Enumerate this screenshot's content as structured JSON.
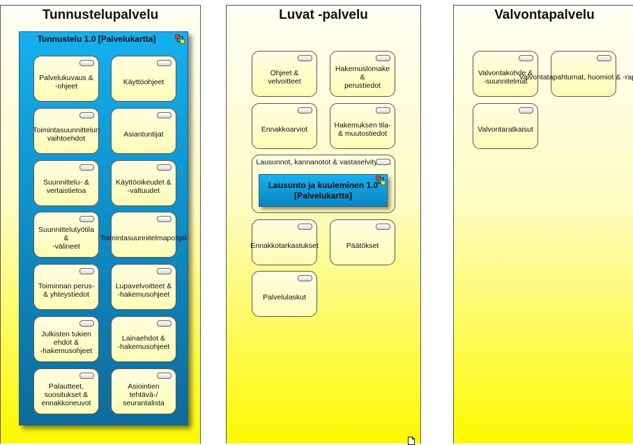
{
  "panels": [
    {
      "title": "Tunnustelupalvelu",
      "map_title": "Tunnustelu 1.0 [Palvelukartta]",
      "services": [
        "Palvelukuvaus &\n-ohjeet",
        "Käyttöohjeet",
        "Toimintasuunnittelun\nvaihtoehdot",
        "Asiantuntijat",
        "Suunnittelu- &\nvertaistietoa",
        "Käyttöoikeudet &\n-valtuudet",
        "Suunnittelutyötila &\n-välineet",
        "Toimintasuunnitelmapohjat",
        "Toiminnan perus-\n& yhteystiedot",
        "Lupavelvoitteet  &\n-hakemusohjeet",
        "Julkisten tukien\nehdot &\n-hakemusohjeet",
        "Lainaehdot &\n-hakemusohjeet",
        "Palautteet,\nsuositukset &\nennakkoneuvot",
        "Asiointien tehtävä-/\nseurantalista"
      ]
    },
    {
      "title": "Luvat -palvelu",
      "services": [
        "Ohjeet &\nvelvoitteet",
        "Hakemuslomake &\nperustiedot",
        "Ennakkoarviot",
        "Hakemuksen tila-\n& muutostiedot",
        "Lausunnot, kannanotot & vastaselvitykset",
        "Ennakkotarkastukset",
        "Päätökset",
        "Palvelulaskut"
      ],
      "sub_map_title": "Lausunto ja kuuleminen 1.0\n[Palvelukartta]"
    },
    {
      "title": "Valvontapalvelu",
      "services": [
        "Valvontakohde &\n-suunnitelmat",
        "Valvontatapahtumat,\nhuomiot & -raportit",
        "Valvontaratkaisut"
      ]
    }
  ]
}
